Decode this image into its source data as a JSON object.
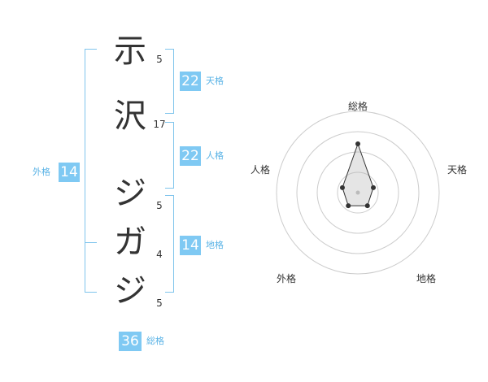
{
  "characters": [
    {
      "char": "示",
      "strokes": "5"
    },
    {
      "char": "沢",
      "strokes": "17"
    },
    {
      "char": "ジ",
      "strokes": "5"
    },
    {
      "char": "ガ",
      "strokes": "4"
    },
    {
      "char": "ジ",
      "strokes": "5"
    }
  ],
  "fortunes": {
    "tenkaku": {
      "value": "22",
      "label": "天格"
    },
    "jinkaku": {
      "value": "22",
      "label": "人格"
    },
    "chikaku": {
      "value": "14",
      "label": "地格"
    },
    "gaikaku": {
      "value": "14",
      "label": "外格"
    },
    "soukaku": {
      "value": "36",
      "label": "総格"
    }
  },
  "radar": {
    "axes": [
      "総格",
      "天格",
      "地格",
      "外格",
      "人格"
    ],
    "levels": 4,
    "values": [
      3,
      1,
      1,
      1,
      1
    ],
    "max": 5
  }
}
